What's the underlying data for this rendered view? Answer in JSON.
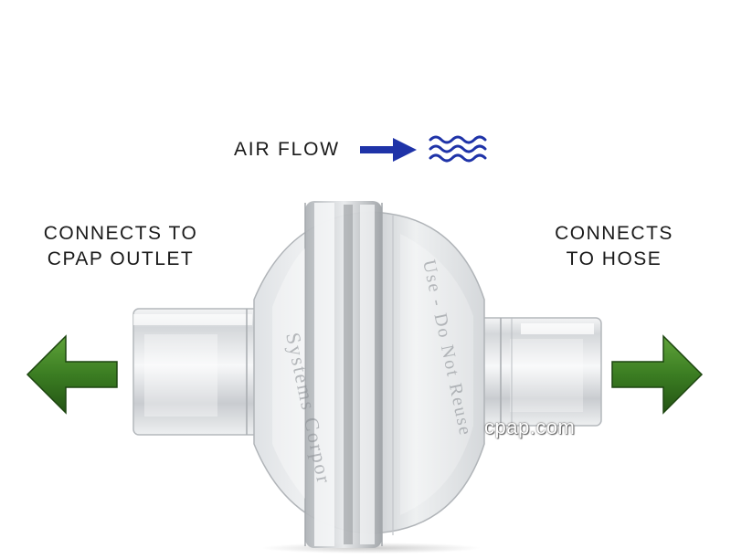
{
  "labels": {
    "air_flow": "AIR FLOW",
    "left_line1": "CONNECTS TO",
    "left_line2": "CPAP OUTLET",
    "right_line1": "CONNECTS",
    "right_line2": "TO HOSE"
  },
  "watermark": "cpap.com",
  "icons": {
    "flow_arrow": "right-arrow-icon",
    "wave": "air-wave-icon",
    "left_arrow": "left-arrow-icon",
    "right_arrow": "right-arrow-icon"
  },
  "colors": {
    "flow_blue": "#1f33a8",
    "arrow_green": "#3b7d22",
    "arrow_green_dark": "#245414"
  }
}
